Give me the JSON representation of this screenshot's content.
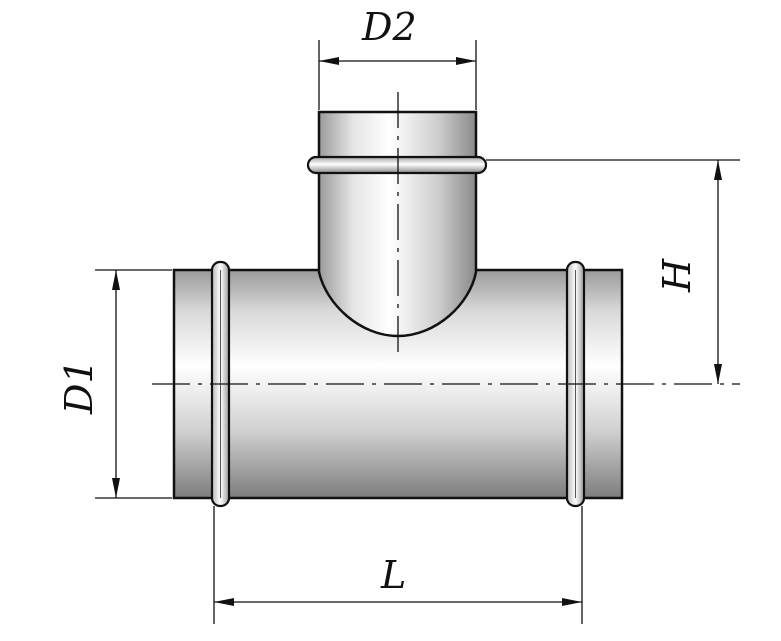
{
  "labels": {
    "d2": "D2",
    "h": "H",
    "d1": "D1",
    "l": "L"
  },
  "colors": {
    "line": "#111111",
    "metal_light": "#ffffff",
    "metal_dark": "#8c8c8c"
  }
}
